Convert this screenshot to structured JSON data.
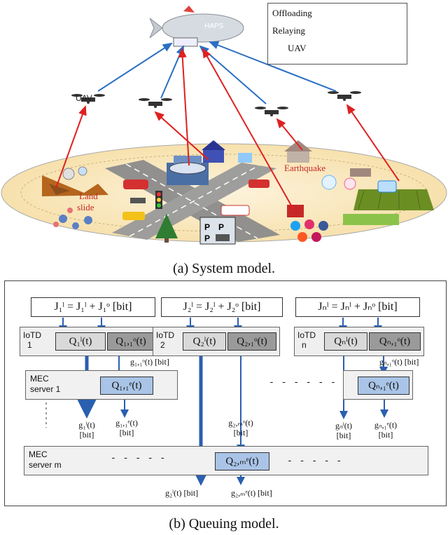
{
  "legend": {
    "offloading": "Offloading",
    "relaying": "Relaying",
    "uav": "UAV",
    "offloading_color": "#e02020",
    "relaying_color": "#2a6fc4"
  },
  "scene": {
    "haps": "HAPS",
    "uav_label": "UAV",
    "earthquake": "Earthquake",
    "land": "Land",
    "slide": "slide"
  },
  "captions": {
    "a": "(a) System model.",
    "b": "(b) Queuing model."
  },
  "queue": {
    "eq1": "J₁ˡ = J₁ˡ + J₁ᵒ  [bit]",
    "eq2": "J₂ˡ = J₂ˡ + J₂ᵒ  [bit]",
    "eqn": "Jₙˡ = Jₙˡ + Jₙᵒ  [bit]",
    "iotd1_a": "IoTD",
    "iotd1_b": "1",
    "iotd2_a": "IoTD",
    "iotd2_b": "2",
    "iotdn_a": "IoTD",
    "iotdn_b": "n",
    "q1l": "Q₁ˡ(t)",
    "q11o": "Q₁,₁ᵒ(t)",
    "q2l": "Q₂ˡ(t)",
    "q21o": "Q₂,₁ᵒ(t)",
    "qnl": "Qₙˡ(t)",
    "qn1o": "Qₙ,₁ᵒ(t)",
    "g11o": "g₁,₁ᵒ(t)  [bit]",
    "gn1o": "gₙ,₁ᵒ(t)  [bit]",
    "mec1_a": "MEC",
    "mec1_b": "server 1",
    "q11e": "Q₁,₁ᵉ(t)",
    "qn1e": "Qₙ,₁ᵉ(t)",
    "g1l_a": "g₁ˡ(t)",
    "g1l_b": "[bit]",
    "g11e_a": "g₁,₁ᵉ(t)",
    "g11e_b": "[bit]",
    "g2mo_a": "g₂,ₘᵒ(t)",
    "g2mo_b": "[bit]",
    "gnl_a": "gₙˡ(t)",
    "gnl_b": "[bit]",
    "gn1e_a": "gₙ,₁ᵉ(t)",
    "gn1e_b": "[bit]",
    "mecm_a": "MEC",
    "mecm_b": "server m",
    "q2me": "Q₂,ₘᵉ(t)",
    "g2l": "g₂ˡ(t)  [bit]",
    "g2me": "g₂,ₘᵉ(t)  [bit]",
    "dots": "- - - - - - -",
    "dots_short": "- - - - -"
  }
}
